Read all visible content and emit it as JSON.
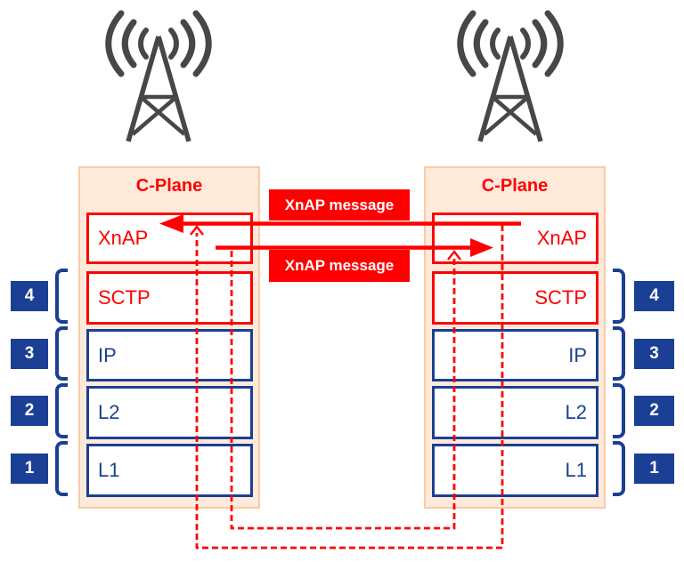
{
  "colors": {
    "red": "#FE0000",
    "navy": "#1B3F94",
    "panelBg": "#FDEADB",
    "panelBorder": "#F8CBA6",
    "antenna": "#474747"
  },
  "nodes": {
    "left": {
      "antenna_icon": "cell-tower-icon",
      "title": "C-Plane",
      "stack": [
        {
          "label": "XnAP",
          "color": "red"
        },
        {
          "label": "SCTP",
          "color": "red",
          "badge": "4"
        },
        {
          "label": "IP",
          "color": "blue",
          "badge": "3"
        },
        {
          "label": "L2",
          "color": "blue",
          "badge": "2"
        },
        {
          "label": "L1",
          "color": "blue",
          "badge": "1"
        }
      ]
    },
    "right": {
      "antenna_icon": "cell-tower-icon",
      "title": "C-Plane",
      "stack": [
        {
          "label": "XnAP",
          "color": "red"
        },
        {
          "label": "SCTP",
          "color": "red",
          "badge": "4"
        },
        {
          "label": "IP",
          "color": "blue",
          "badge": "3"
        },
        {
          "label": "L2",
          "color": "blue",
          "badge": "2"
        },
        {
          "label": "L1",
          "color": "blue",
          "badge": "1"
        }
      ]
    }
  },
  "messages": {
    "top": {
      "label": "XnAP message",
      "direction": "right-to-left"
    },
    "bottom": {
      "label": "XnAP message",
      "direction": "left-to-right"
    }
  }
}
